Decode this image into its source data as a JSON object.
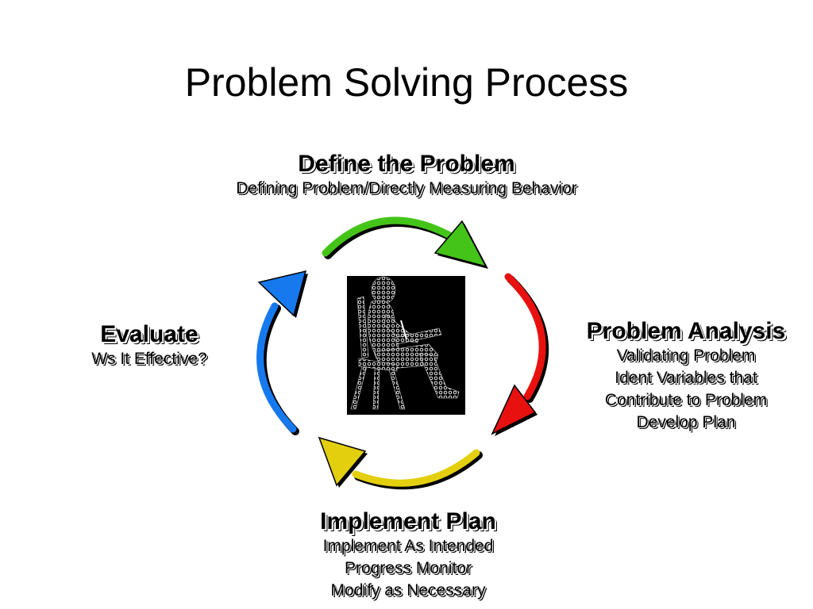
{
  "title": "Problem Solving Process",
  "stages": {
    "define": {
      "heading": "Define the Problem",
      "lines": [
        "Defining Problem/Directly Measuring Behavior"
      ],
      "color": "#44c419"
    },
    "analysis": {
      "heading": "Problem Analysis",
      "lines": [
        "Validating Problem",
        "Ident Variables that",
        "Contribute to Problem",
        "Develop Plan"
      ],
      "color": "#e8110f"
    },
    "implement": {
      "heading": "Implement Plan",
      "lines": [
        "Implement As Intended",
        "Progress Monitor",
        "Modify as Necessary"
      ],
      "color": "#e3cf0e"
    },
    "evaluate": {
      "heading": "Evaluate",
      "lines": [
        "Ws It Effective?"
      ],
      "color": "#1679ee"
    }
  },
  "center_image": {
    "icon": "seated-person-writing-icon",
    "background": "#000000"
  }
}
